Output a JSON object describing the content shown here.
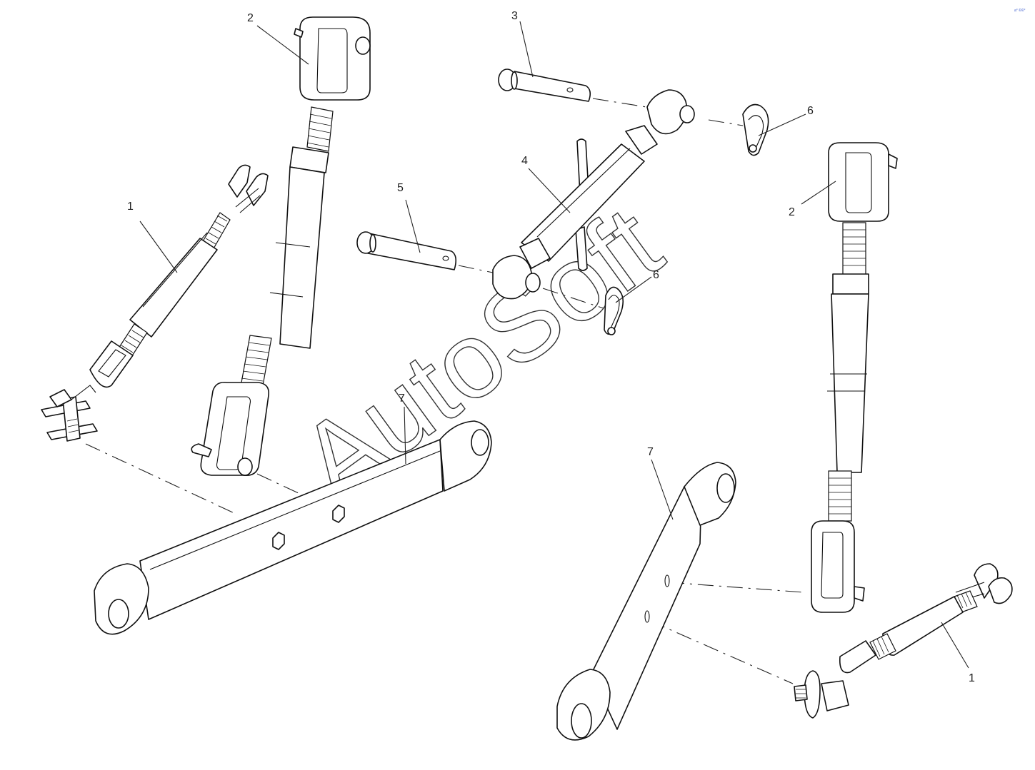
{
  "callouts": {
    "c1a": "1",
    "c1b": "1",
    "c2a": "2",
    "c2b": "2",
    "c3": "3",
    "c4": "4",
    "c5": "5",
    "c6a": "6",
    "c6b": "6",
    "c7a": "7",
    "c7b": "7"
  },
  "watermark": "AutoSoft",
  "corner_mark": "a° ©©°",
  "colors": {
    "line": "#111111",
    "background": "#ffffff",
    "corner_mark": "#3355cc"
  }
}
